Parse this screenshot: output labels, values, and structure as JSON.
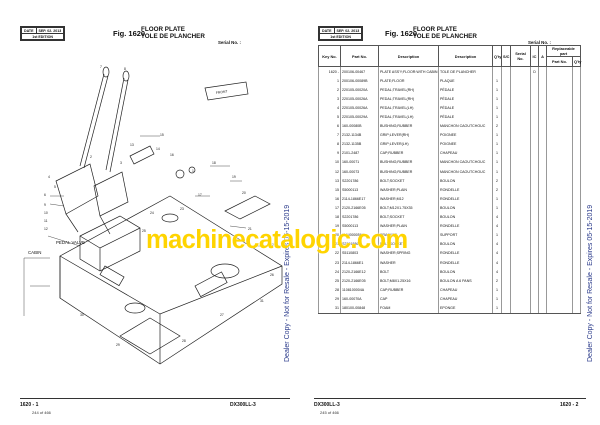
{
  "left_page": {
    "date_label": "DATE",
    "date_value": "SEP. 02. 2013",
    "edition": "1st EDITION",
    "fig_no": "Fig. 1620",
    "title_en": "FLOOR PLATE",
    "title_fr": "TOLE DE PLANCHER",
    "serial_label": "Serial No. :",
    "diagram_labels": {
      "pedal_valve": "PEDAL VALVE",
      "cabin": "CABIN",
      "front": "FRONT"
    },
    "callouts": [
      "1",
      "2",
      "3",
      "4",
      "5",
      "6",
      "7",
      "8",
      "9",
      "10",
      "11",
      "12",
      "13",
      "14",
      "15",
      "16",
      "17",
      "18",
      "19",
      "20",
      "21",
      "22",
      "23",
      "24",
      "25",
      "26",
      "27",
      "28",
      "29",
      "30",
      "31"
    ],
    "side_text": "Dealer Copy - Not for Resale - Expires 05-15-2019",
    "footer_left": "1620 - 1",
    "footer_right": "DX300LL-3",
    "page_no": "244 of 466"
  },
  "right_page": {
    "date_label": "DATE",
    "date_value": "SEP. 02. 2013",
    "edition": "1st EDITION",
    "fig_no": "Fig. 1620",
    "title_en": "FLOOR PLATE",
    "title_fr": "TOLE DE PLANCHER",
    "serial_label": "Serial No. :",
    "headers": {
      "key": "Key No.",
      "part": "Part No.",
      "desc": "Description",
      "desc_fr": "Description",
      "qty": "Q'ty",
      "sc": "S/C",
      "serial": "Serial No.",
      "ic": "IC",
      "a": "A",
      "replaceable": "Replaceable part",
      "rp_part": "Part No.",
      "rp_qty": "Q'ty"
    },
    "rows": [
      {
        "key": "1620 -",
        "part": "200106-00467",
        "desc": "PLATE ASS'Y;FLOOR:WITH CABIN",
        "fr": "TOLE DE PLANCHER",
        "qty": "",
        "sc": "",
        "ic": "D"
      },
      {
        "key": "1",
        "part": "200106-00089B",
        "desc": "PLATE;FLOOR",
        "fr": "PLAQUE",
        "qty": "1",
        "sc": "",
        "ic": ""
      },
      {
        "key": "2",
        "part": "220105-00020A",
        "desc": "PEDAL;TRAVEL(RH)",
        "fr": "PÉDALE",
        "qty": "1",
        "sc": "",
        "ic": ""
      },
      {
        "key": "3",
        "part": "220105-00026A",
        "desc": "PEDAL;TRAVEL(RH)",
        "fr": "PÉDALE",
        "qty": "1",
        "sc": "",
        "ic": ""
      },
      {
        "key": "4",
        "part": "220105-00026A",
        "desc": "PEDAL;TRAVEL(LH)",
        "fr": "PÉDALE",
        "qty": "1",
        "sc": "",
        "ic": ""
      },
      {
        "key": "5",
        "part": "220105-00029A",
        "desc": "PEDAL;TRAVEL(LH)",
        "fr": "PÉDALE",
        "qty": "1",
        "sc": "",
        "ic": ""
      },
      {
        "key": "6",
        "part": "160-00080B",
        "desc": "BUSHING;RUBBER",
        "fr": "MANCHON CAOUTCHOUC",
        "qty": "2",
        "sc": "",
        "ic": ""
      },
      {
        "key": "7",
        "part": "2132-1134B",
        "desc": "GRIP;LEVER(RH)",
        "fr": "POIGNEE",
        "qty": "1",
        "sc": "",
        "ic": ""
      },
      {
        "key": "8",
        "part": "2132-1135B",
        "desc": "GRIP;LEVER(LH)",
        "fr": "POIGNEE",
        "qty": "1",
        "sc": "",
        "ic": ""
      },
      {
        "key": "9",
        "part": "2101-2487",
        "desc": "CAP;RUBBER",
        "fr": "CHAPEAU",
        "qty": "1",
        "sc": "",
        "ic": ""
      },
      {
        "key": "10",
        "part": "160-00071",
        "desc": "BUSHING;RUBBER",
        "fr": "MANCHON CAOUTCHOUC",
        "qty": "1",
        "sc": "",
        "ic": ""
      },
      {
        "key": "12",
        "part": "160-00073",
        "desc": "BUSHING;RUBBER",
        "fr": "MANCHON CAOUTCHOUC",
        "qty": "1",
        "sc": "",
        "ic": ""
      },
      {
        "key": "13",
        "part": "S2201786",
        "desc": "BOLT;SOCKET",
        "fr": "BOULON",
        "qty": "2",
        "sc": "",
        "ic": ""
      },
      {
        "key": "15",
        "part": "S5000113",
        "desc": "WASHER;PLAIN",
        "fr": "RONDELLE",
        "qty": "2",
        "sc": "",
        "ic": ""
      },
      {
        "key": "16",
        "part": "2114-1866E17",
        "desc": "WASHER;M12",
        "fr": "RONDELLE",
        "qty": "1",
        "sc": "",
        "ic": ""
      },
      {
        "key": "17",
        "part": "2120-2166E05",
        "desc": "BOLT;M12X1.75X35",
        "fr": "BOULON",
        "qty": "1",
        "sc": "",
        "ic": ""
      },
      {
        "key": "18",
        "part": "S2201786",
        "desc": "BOLT;SOCKET",
        "fr": "BOULON",
        "qty": "4",
        "sc": "",
        "ic": ""
      },
      {
        "key": "19",
        "part": "S5000113",
        "desc": "WASHER;PLAIN",
        "fr": "RONDELLE",
        "qty": "4",
        "sc": "",
        "ic": ""
      },
      {
        "key": "20",
        "part": "1104000056A",
        "desc": "BRACKET",
        "fr": "SUPPORT",
        "qty": "1",
        "sc": "",
        "ic": ""
      },
      {
        "key": "21",
        "part": "S2201886",
        "desc": "BOLT;SOCKET",
        "fr": "BOULON",
        "qty": "4",
        "sc": "",
        "ic": ""
      },
      {
        "key": "22",
        "part": "S5110803",
        "desc": "WASHER;SPRING",
        "fr": "RONDELLE",
        "qty": "4",
        "sc": "",
        "ic": ""
      },
      {
        "key": "23",
        "part": "2114-1866E1",
        "desc": "WASHER",
        "fr": "RONDELLE",
        "qty": "4",
        "sc": "",
        "ic": ""
      },
      {
        "key": "24",
        "part": "2120-2166E12",
        "desc": "BOLT",
        "fr": "BOULON",
        "qty": "4",
        "sc": "",
        "ic": ""
      },
      {
        "key": "25",
        "part": "2120-2166E05",
        "desc": "BOLT;M8X1.25X16",
        "fr": "BOULON A 6 PANS",
        "qty": "2",
        "sc": "",
        "ic": ""
      },
      {
        "key": "28",
        "part": "1108100004A",
        "desc": "CAP;RUBBER",
        "fr": "CHAPEAU",
        "qty": "1",
        "sc": "",
        "ic": ""
      },
      {
        "key": "29",
        "part": "160-00070A",
        "desc": "CAP",
        "fr": "CHAPEAU",
        "qty": "1",
        "sc": "",
        "ic": ""
      },
      {
        "key": "31",
        "part": "180100-00848",
        "desc": "FOAM",
        "fr": "EPONGE",
        "qty": "1",
        "sc": "",
        "ic": ""
      }
    ],
    "side_text": "Dealer Copy - Not for Resale - Expires 05-15-2019",
    "footer_left": "DX300LL-3",
    "footer_right": "1620 - 2",
    "page_no": "245 of 466"
  },
  "watermark": "machinecatalogic.com",
  "colors": {
    "watermark": "#ffd400",
    "side_text": "#2a3a8a"
  }
}
